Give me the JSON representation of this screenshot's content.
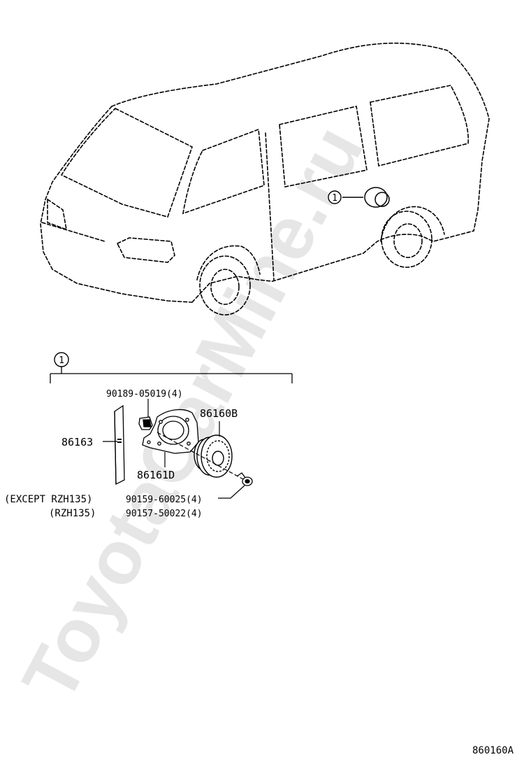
{
  "watermark": "ToyotaCarMine.ru",
  "callout_number": "1",
  "group_ref": "1",
  "parts": {
    "bolt_top": "90189-05019(4)",
    "speaker": "86160B",
    "mount_plate": "86163",
    "bracket": "86161D",
    "screw_a": "90159-60025(4)",
    "screw_b": "90157-50022(4)"
  },
  "notes": {
    "except": "(EXCEPT RZH135)",
    "rzh": "(RZH135)"
  },
  "diagram_code": "860160A"
}
